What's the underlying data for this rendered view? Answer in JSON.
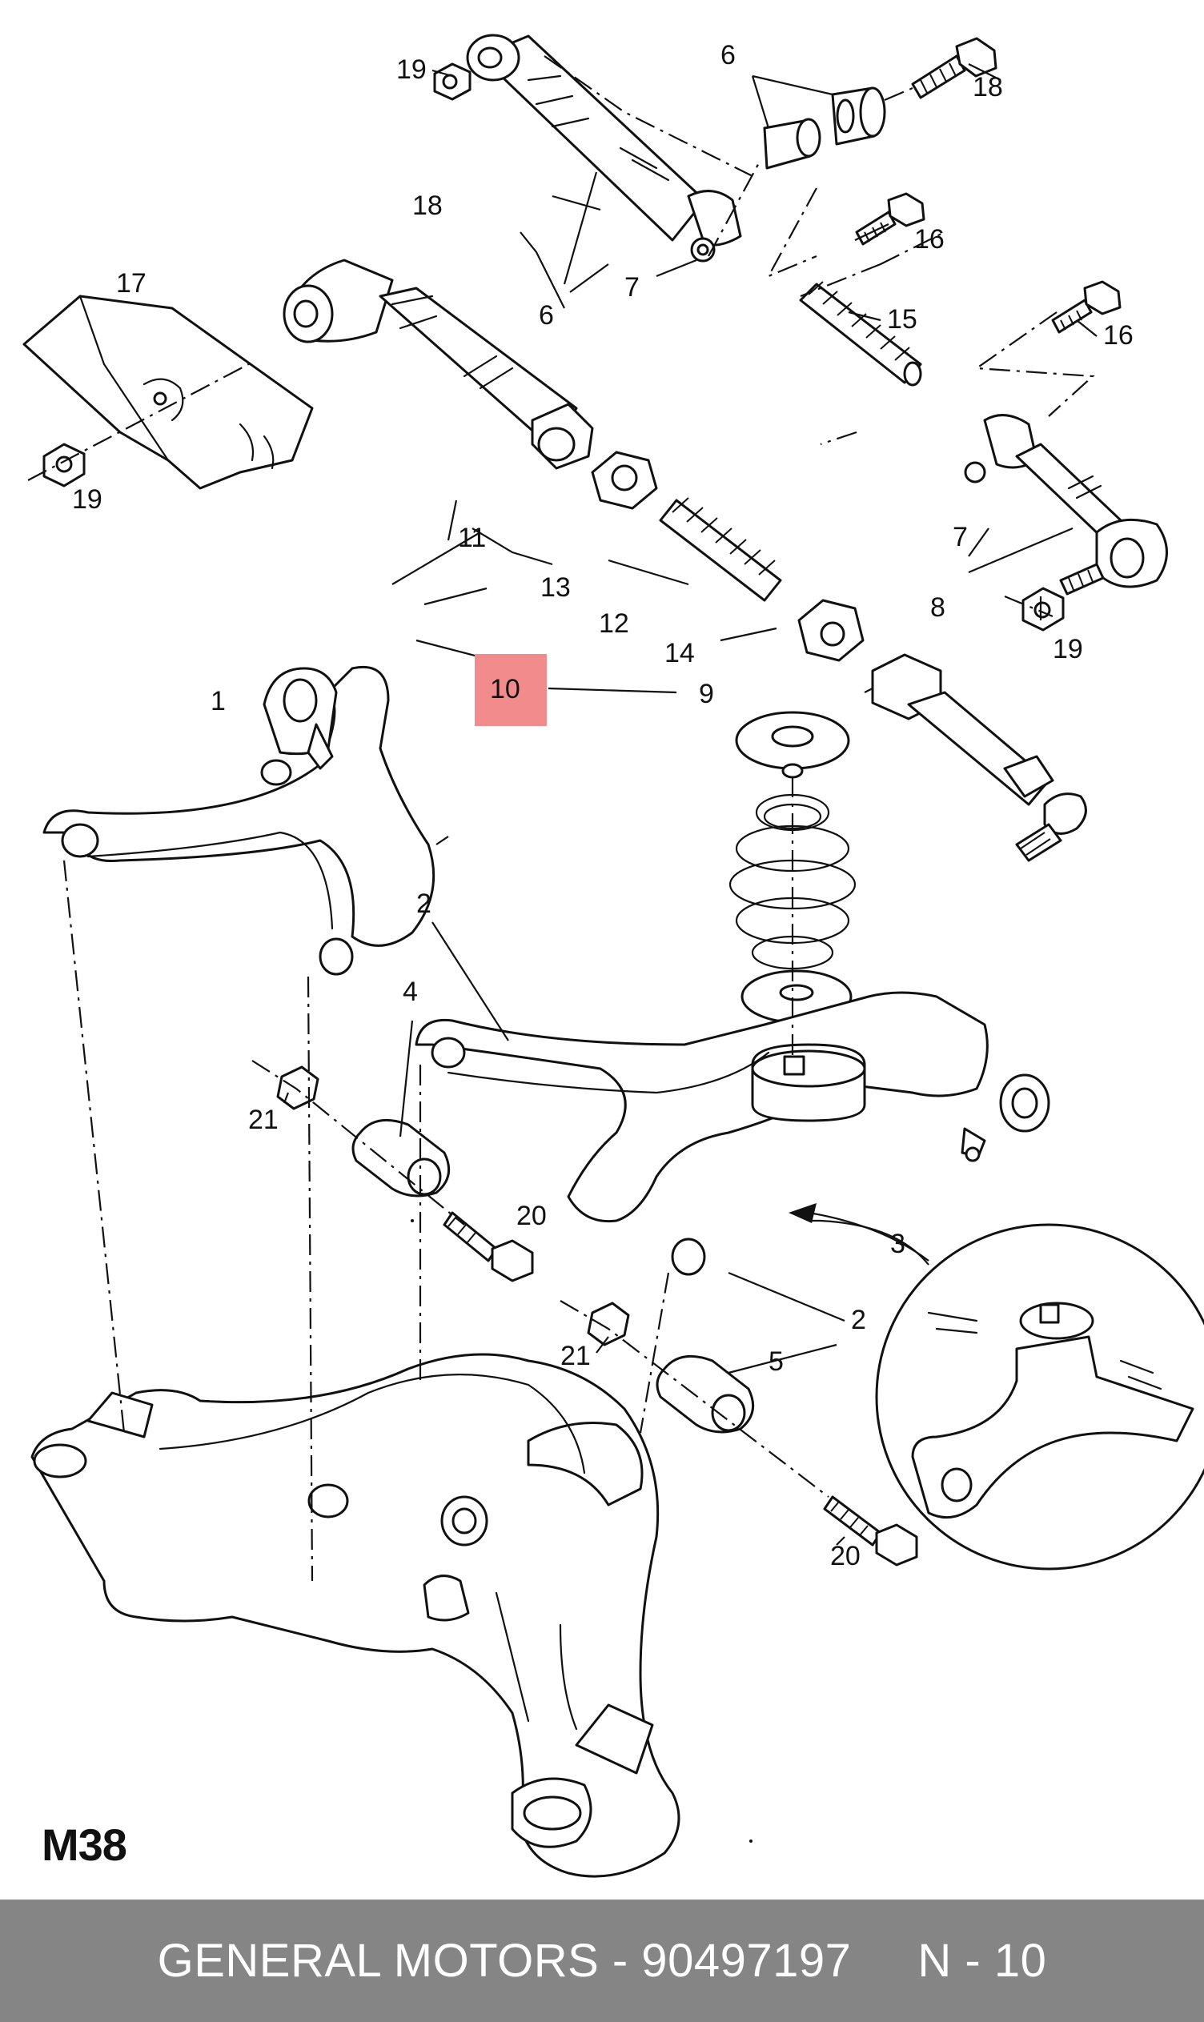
{
  "diagram": {
    "model_code": "M38",
    "highlight_color": "#f28b8b",
    "highlighted_callout": "10",
    "callouts": {
      "c1": "1",
      "c2a": "2",
      "c2b": "2",
      "c3": "3",
      "c4": "4",
      "c5": "5",
      "c6a": "6",
      "c6b": "6",
      "c7a": "7",
      "c7b": "7",
      "c8": "8",
      "c9": "9",
      "c10": "10",
      "c11": "11",
      "c12": "12",
      "c13": "13",
      "c14": "14",
      "c15": "15",
      "c16a": "16",
      "c16b": "16",
      "c17": "17",
      "c18a": "18",
      "c18b": "18",
      "c19a": "19",
      "c19b": "19",
      "c19c": "19",
      "c20a": "20",
      "c20b": "20",
      "c21a": "21",
      "c21b": "21"
    }
  },
  "footer": {
    "text": "GENERAL MOTORS - 90497197     N - 10",
    "background": "#858585",
    "text_color": "#ffffff"
  }
}
